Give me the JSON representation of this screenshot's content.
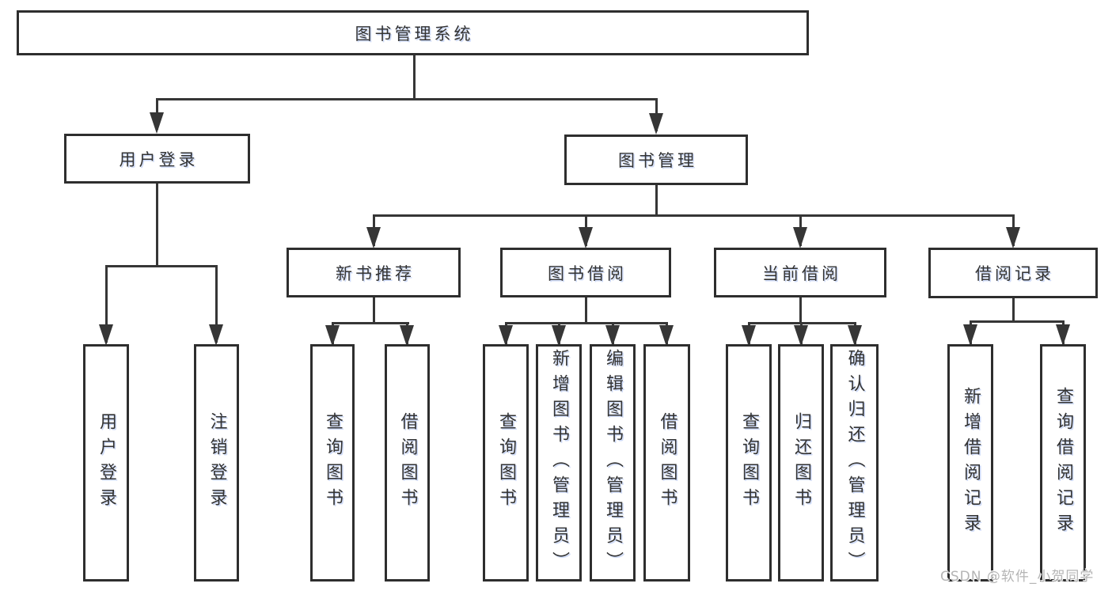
{
  "diagram": {
    "root": {
      "label": "图书管理系统"
    },
    "level2": {
      "user_login": {
        "label": "用户登录"
      },
      "book_mgmt": {
        "label": "图书管理"
      }
    },
    "level3": {
      "new_rec": {
        "label": "新书推荐"
      },
      "book_borrow": {
        "label": "图书借阅"
      },
      "cur_borrow": {
        "label": "当前借阅"
      },
      "borrow_records": {
        "label": "借阅记录"
      }
    },
    "leaves": {
      "ul_login": {
        "label": "用户登录"
      },
      "ul_logout": {
        "label": "注销登录"
      },
      "nr_query": {
        "label": "查询图书"
      },
      "nr_borrow": {
        "label": "借阅图书"
      },
      "bb_query": {
        "label": "查询图书"
      },
      "bb_add": {
        "label": "新增图书（管理员）"
      },
      "bb_edit": {
        "label": "编辑图书（管理员）"
      },
      "bb_borrow": {
        "label": "借阅图书"
      },
      "cb_query": {
        "label": "查询图书"
      },
      "cb_return": {
        "label": "归还图书"
      },
      "cb_confirm": {
        "label": "确认归还（管理员）"
      },
      "br_add": {
        "label": "新增借阅记录"
      },
      "br_query": {
        "label": "查询借阅记录"
      }
    }
  },
  "watermark": {
    "text": "CSDN @软件_小贺同学"
  },
  "colors": {
    "background": "#ffffff",
    "box_border": "#2e2e2e",
    "line": "#363636",
    "text": "#333333",
    "watermark": "#b5b5b5"
  }
}
